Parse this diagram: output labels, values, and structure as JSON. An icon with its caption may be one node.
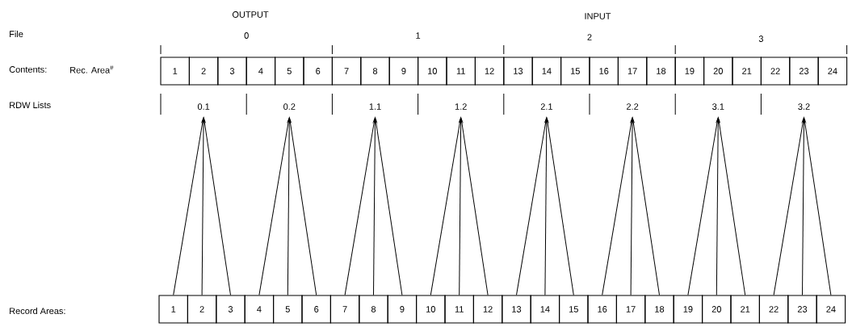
{
  "diagram": {
    "nodes": [
      {
        "text": [
          "1"
        ]
      },
      {
        "text": [
          "2"
        ]
      },
      {
        "text": [
          "3"
        ]
      },
      {
        "text": [
          "4"
        ]
      },
      {
        "text": [
          "5"
        ]
      },
      {
        "text": [
          "6"
        ]
      },
      {
        "text": [
          "7"
        ]
      },
      {
        "text": [
          "8"
        ]
      },
      {
        "text": [
          "9"
        ]
      },
      {
        "text": [
          "10"
        ]
      },
      {
        "text": [
          "11"
        ]
      },
      {
        "text": [
          "12"
        ]
      },
      {
        "text": [
          "13"
        ]
      },
      {
        "text": [
          "14"
        ]
      },
      {
        "text": [
          "15"
        ]
      },
      {
        "text": [
          "16"
        ]
      },
      {
        "text": [
          "17"
        ]
      },
      {
        "text": [
          "18"
        ]
      },
      {
        "text": [
          "19"
        ]
      },
      {
        "text": [
          "20"
        ]
      },
      {
        "text": [
          "21"
        ]
      },
      {
        "text": [
          "22"
        ]
      },
      {
        "text": [
          "23"
        ]
      },
      {
        "text": [
          "24"
        ]
      },
      {
        "text": [
          "0.1"
        ]
      },
      {
        "text": [
          "0.2"
        ]
      },
      {
        "text": [
          "1.1"
        ]
      },
      {
        "text": [
          "1.2"
        ]
      },
      {
        "text": [
          "2.1"
        ]
      },
      {
        "text": [
          "2.2"
        ]
      },
      {
        "text": [
          "3.1"
        ]
      },
      {
        "text": [
          "3.2"
        ]
      },
      {
        "text": [
          "1"
        ]
      },
      {
        "text": [
          "2"
        ]
      },
      {
        "text": [
          "3"
        ]
      },
      {
        "text": [
          "4"
        ]
      },
      {
        "text": [
          "5"
        ]
      },
      {
        "text": [
          "6"
        ]
      },
      {
        "text": [
          "7"
        ]
      },
      {
        "text": [
          "8"
        ]
      },
      {
        "text": [
          "9"
        ]
      },
      {
        "text": [
          "10"
        ]
      },
      {
        "text": [
          "11"
        ]
      },
      {
        "text": [
          "12"
        ]
      },
      {
        "text": [
          "13"
        ]
      },
      {
        "text": [
          "14"
        ]
      },
      {
        "text": [
          "15"
        ]
      },
      {
        "text": [
          "16"
        ]
      },
      {
        "text": [
          "17"
        ]
      },
      {
        "text": [
          "18"
        ]
      },
      {
        "text": [
          "19"
        ]
      },
      {
        "text": [
          "20"
        ]
      },
      {
        "text": [
          "21"
        ]
      },
      {
        "text": [
          "22"
        ]
      },
      {
        "text": [
          "23"
        ]
      },
      {
        "text": [
          "24"
        ]
      }
    ],
    "edges": [
      {
        "from": 32,
        "to": 24,
        "arrow": "to"
      },
      {
        "from": 33,
        "to": 24,
        "arrow": "to"
      },
      {
        "from": 34,
        "to": 24,
        "arrow": "to"
      },
      {
        "from": 35,
        "to": 25,
        "arrow": "to"
      },
      {
        "from": 36,
        "to": 25,
        "arrow": "to"
      },
      {
        "from": 37,
        "to": 25,
        "arrow": "to"
      },
      {
        "from": 38,
        "to": 26,
        "arrow": "to"
      },
      {
        "from": 39,
        "to": 26,
        "arrow": "to"
      },
      {
        "from": 40,
        "to": 26,
        "arrow": "to"
      },
      {
        "from": 41,
        "to": 27,
        "arrow": "to"
      },
      {
        "from": 42,
        "to": 27,
        "arrow": "to"
      },
      {
        "from": 43,
        "to": 27,
        "arrow": "to"
      },
      {
        "from": 44,
        "to": 28,
        "arrow": "to"
      },
      {
        "from": 45,
        "to": 28,
        "arrow": "to"
      },
      {
        "from": 46,
        "to": 28,
        "arrow": "to"
      },
      {
        "from": 47,
        "to": 29,
        "arrow": "to"
      },
      {
        "from": 48,
        "to": 29,
        "arrow": "to"
      },
      {
        "from": 49,
        "to": 29,
        "arrow": "to"
      },
      {
        "from": 50,
        "to": 30,
        "arrow": "to"
      },
      {
        "from": 51,
        "to": 30,
        "arrow": "to"
      },
      {
        "from": 52,
        "to": 30,
        "arrow": "to"
      },
      {
        "from": 53,
        "to": 31,
        "arrow": "to"
      },
      {
        "from": 54,
        "to": 31,
        "arrow": "to"
      },
      {
        "from": 55,
        "to": 31,
        "arrow": "to"
      }
    ],
    "labels": [
      "OUTPUT",
      "INPUT",
      "File",
      "0",
      "1",
      "2",
      "3",
      "Contents:",
      "Rec. Area$^{#}$",
      "RDW Lists",
      "Record Areas:"
    ]
  }
}
